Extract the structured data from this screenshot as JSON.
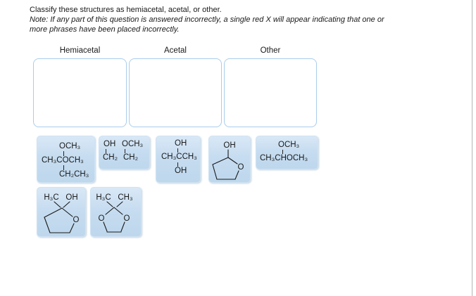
{
  "header": {
    "line1": "Classify these structures as hemiacetal, acetal, or other.",
    "note_line1": "Note: If any part of this question is answered incorrectly, a single red X will appear indicating that one or",
    "note_line2": "more phrases have been placed incorrectly."
  },
  "bins": [
    {
      "label": "Hemiacetal"
    },
    {
      "label": "Acetal"
    },
    {
      "label": "Other"
    }
  ],
  "tiles": {
    "tile1": {
      "line1": "OCH₃",
      "line2": "CH₃COCH₃",
      "line3": "CH₂CH₃"
    },
    "tile2": {
      "top_left": "OH",
      "top_right": "OCH₃",
      "bottom_left": "CH₂",
      "bottom_right": "CH₂"
    },
    "tile3": {
      "line1": "OH",
      "line2": "CH₃CCH₃",
      "line3": "OH"
    },
    "tile4": {
      "substituent": "OH",
      "ring_oxygen": "O"
    },
    "tile5": {
      "line1": "OCH₃",
      "line2": "CH₃CHOCH₃"
    },
    "tile6": {
      "substituent_left": "H₃C",
      "substituent_right": "OH",
      "ring_oxygen": "O"
    },
    "tile7": {
      "substituent_left": "H₃C",
      "substituent_right": "CH₃",
      "ring_oxygen_left": "O",
      "ring_oxygen_right": "O"
    }
  },
  "colors": {
    "tile_fill_top": "#d9e8f6",
    "tile_fill_bottom": "#bed7ec",
    "bin_border": "#a9cdec",
    "text": "#1a1a1a",
    "frame_line": "#b4b4b4"
  }
}
